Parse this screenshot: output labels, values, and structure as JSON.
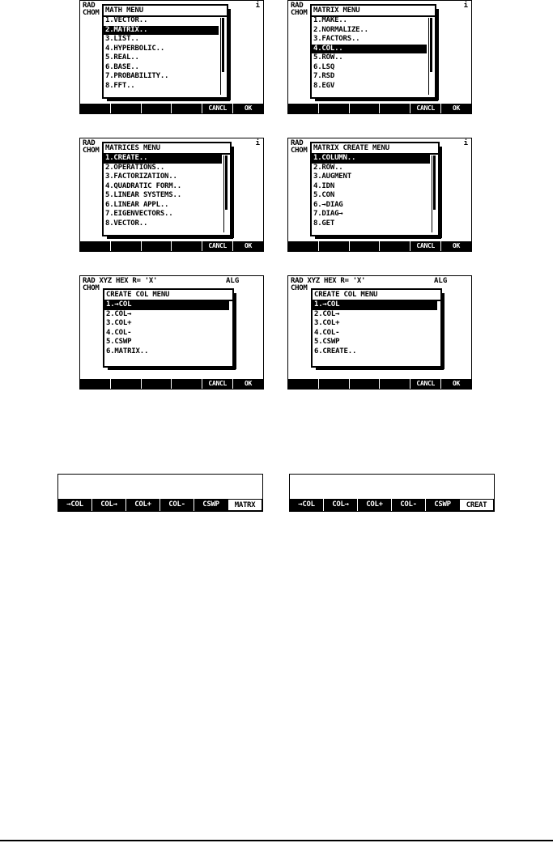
{
  "status": {
    "rad": "RAD",
    "xyz_line": "RAD XYZ HEX R= 'X'",
    "chom": "CHOM",
    "alg": "ALG",
    "info_mark": "i"
  },
  "screens": [
    {
      "title": "MATH MENU",
      "items": [
        "1.VECTOR..",
        "2.MATRIX..",
        "3.LIST..",
        "4.HYPERBOLIC..",
        "5.REAL..",
        "6.BASE..",
        "7.PROBABILITY..",
        "8.FFT.."
      ],
      "selected": 1,
      "softkeys": [
        "",
        "",
        "",
        "",
        "CANCL",
        "OK"
      ]
    },
    {
      "title": "MATRIX MENU",
      "items": [
        "1.MAKE..",
        "2.NORMALIZE..",
        "3.FACTORS..",
        "4.COL..",
        "5.ROW..",
        "6.LSQ",
        "7.RSD",
        "8.EGV"
      ],
      "selected": 3,
      "softkeys": [
        "",
        "",
        "",
        "",
        "CANCL",
        "OK"
      ]
    },
    {
      "title": "MATRICES MENU",
      "items": [
        "1.CREATE..",
        "2.OPERATIONS..",
        "3.FACTORIZATION..",
        "4.QUADRATIC FORM..",
        "5.LINEAR SYSTEMS..",
        "6.LINEAR APPL..",
        "7.EIGENVECTORS..",
        "8.VECTOR.."
      ],
      "selected": 0,
      "softkeys": [
        "",
        "",
        "",
        "",
        "CANCL",
        "OK"
      ]
    },
    {
      "title": "MATRIX CREATE MENU",
      "items": [
        "1.COLUMN..",
        "2.ROW..",
        "3.AUGMENT",
        "4.IDN",
        "5.CON",
        "6.→DIAG",
        "7.DIAG→",
        "8.GET"
      ],
      "selected": 0,
      "softkeys": [
        "",
        "",
        "",
        "",
        "CANCL",
        "OK"
      ]
    },
    {
      "title": "CREATE COL MENU",
      "items": [
        "1.→COL",
        "2.COL→",
        "3.COL+",
        "4.COL-",
        "5.CSWP",
        "6.MATRIX.."
      ],
      "selected": 0,
      "softkeys": [
        "",
        "",
        "",
        "",
        "CANCL",
        "OK"
      ]
    },
    {
      "title": "CREATE COL MENU",
      "items": [
        "1.→COL",
        "2.COL→",
        "3.COL+",
        "4.COL-",
        "5.CSWP",
        "6.CREATE.."
      ],
      "selected": 0,
      "softkeys": [
        "",
        "",
        "",
        "",
        "CANCL",
        "OK"
      ]
    }
  ],
  "keybars": [
    {
      "keys": [
        "→COL",
        "COL→",
        "COL+",
        "COL-",
        "CSWP",
        "MATRX"
      ]
    },
    {
      "keys": [
        "→COL",
        "COL→",
        "COL+",
        "COL-",
        "CSWP",
        "CREAT"
      ]
    }
  ]
}
